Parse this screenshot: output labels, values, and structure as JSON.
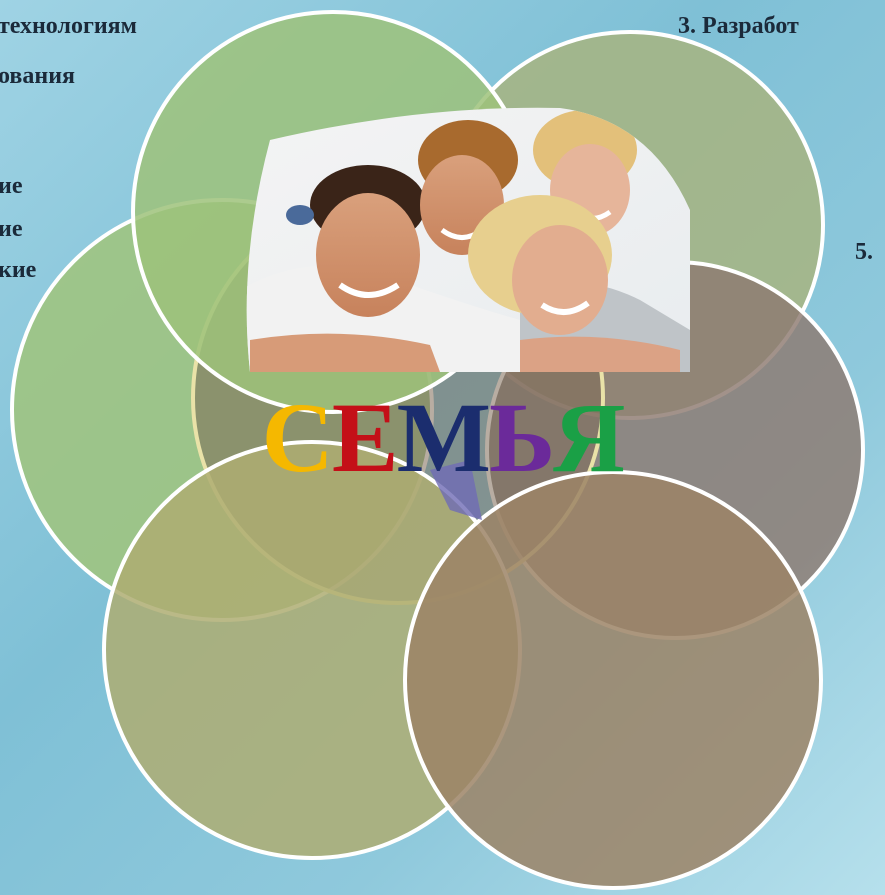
{
  "texts": {
    "t1": "технологиям",
    "t2": "ования",
    "t3": "ие",
    "t4": "ие",
    "t5": "кие",
    "t6": "3. Разработ",
    "t7": "5."
  },
  "center_word": {
    "letters": [
      {
        "char": "С",
        "color": "#f5b800"
      },
      {
        "char": "Е",
        "color": "#c40f18"
      },
      {
        "char": "М",
        "color": "#1b2d6e"
      },
      {
        "char": "Ь",
        "color": "#6b2a9a"
      },
      {
        "char": "Я",
        "color": "#1aa046"
      }
    ]
  },
  "colors": {
    "circle_green": "#a9c98a",
    "circle_brown": "#8a6a5a",
    "circle_olive": "#b9b07a",
    "circle_stroke": "#ffffff"
  }
}
